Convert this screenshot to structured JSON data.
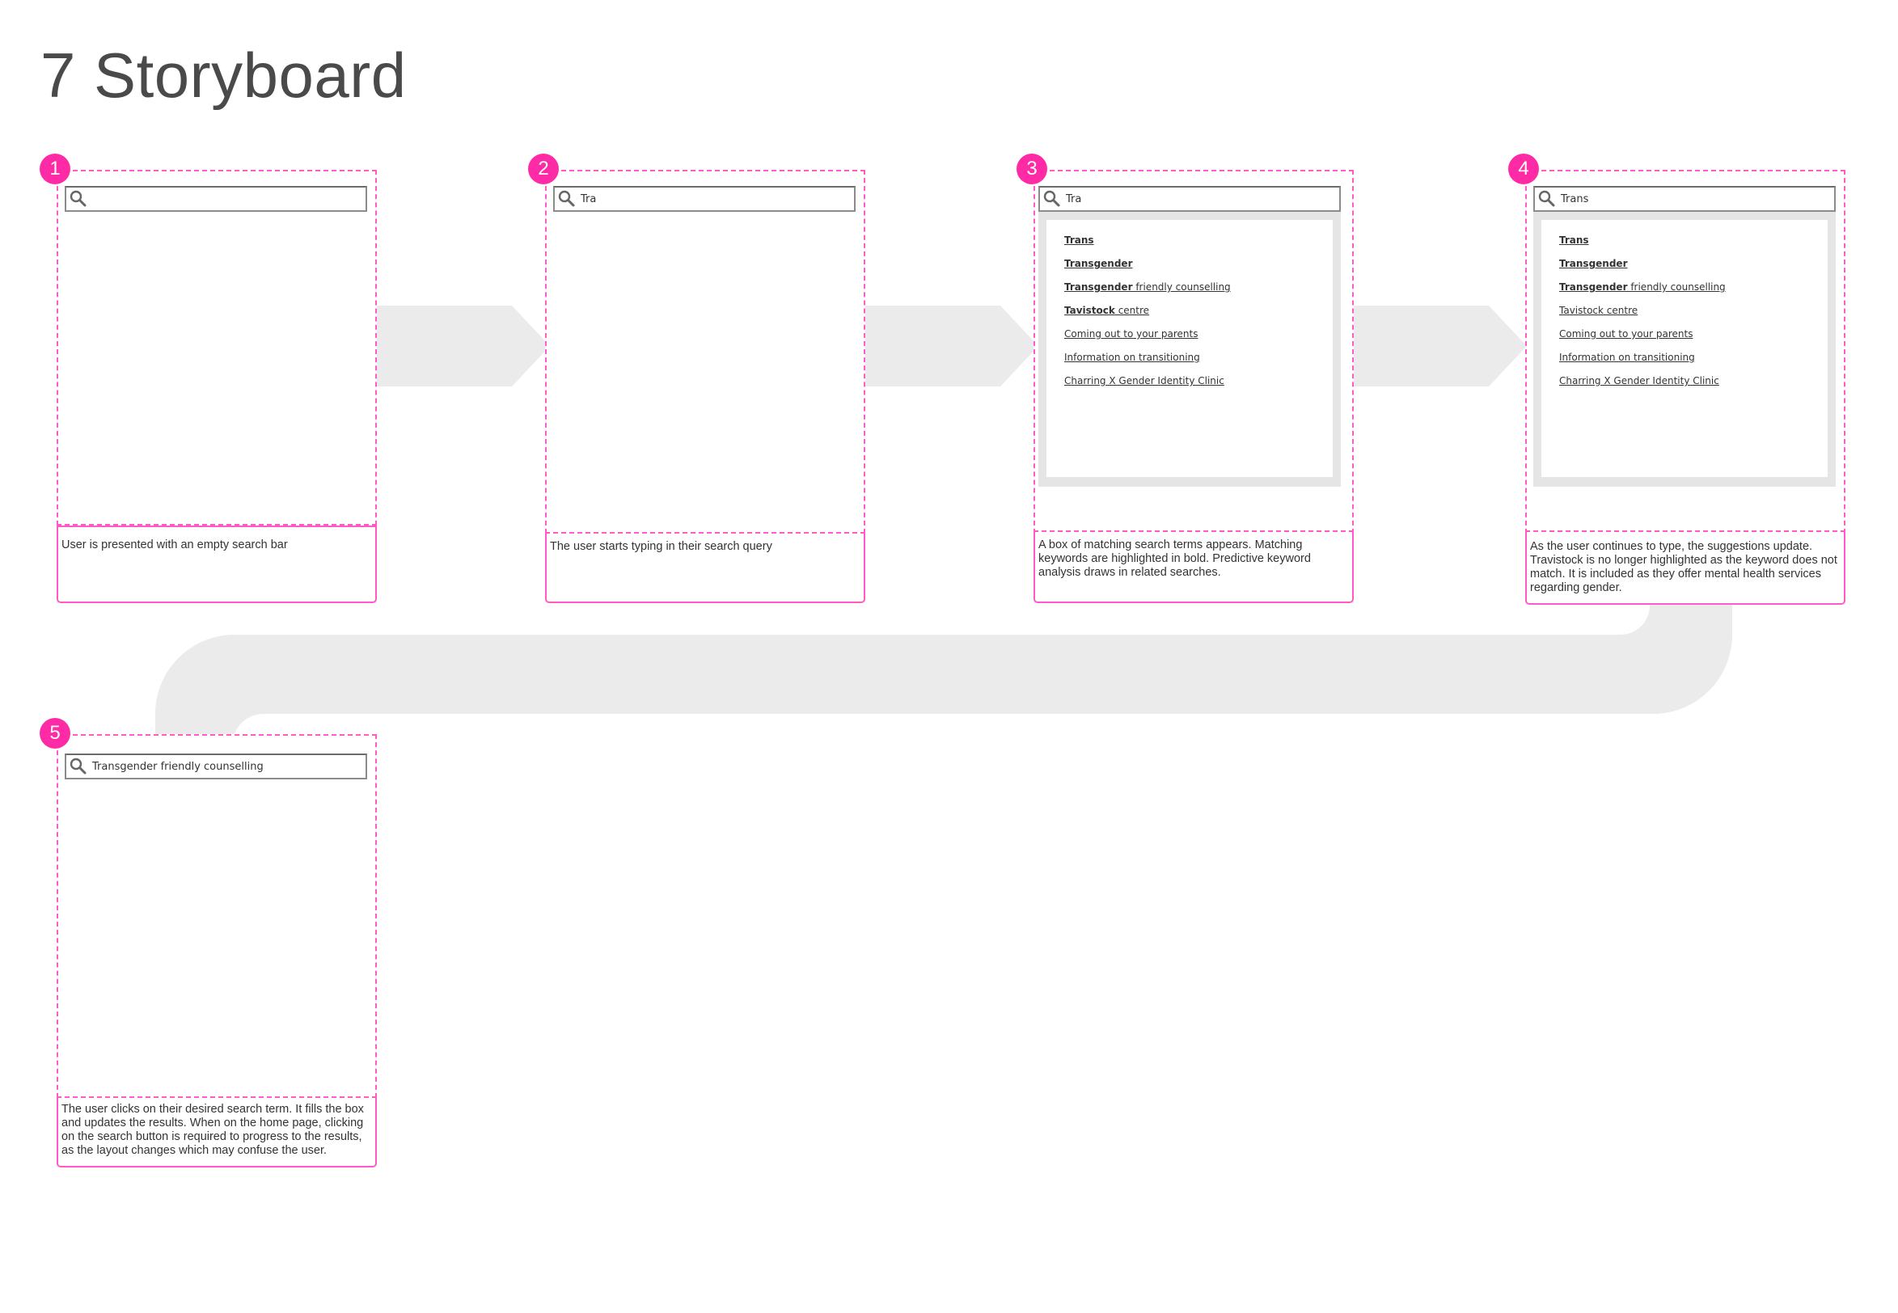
{
  "title": "7 Storyboard",
  "colors": {
    "accent": "#ff2aa5",
    "frame_border": "#ff5ac8",
    "connector": "#ebebeb"
  },
  "panels": [
    {
      "number": "1",
      "query": "",
      "caption": "User is presented with an empty search bar",
      "suggestions": []
    },
    {
      "number": "2",
      "query": "Tra",
      "caption": "The user starts typing in their search query",
      "suggestions": []
    },
    {
      "number": "3",
      "query": "Tra",
      "caption": "A box of matching search terms appears. Matching keywords are highlighted in bold. Predictive keyword analysis draws in related searches.",
      "suggestions": [
        {
          "bold": "Trans",
          "rest": ""
        },
        {
          "bold": "Transgender",
          "rest": ""
        },
        {
          "bold": "Transgender",
          "rest": " friendly counselling"
        },
        {
          "bold": "Tavistock",
          "rest": " centre"
        },
        {
          "bold": "",
          "rest": "Coming out to your parents"
        },
        {
          "bold": "",
          "rest": "Information on transitioning"
        },
        {
          "bold": "",
          "rest": "Charring X Gender Identity Clinic"
        }
      ]
    },
    {
      "number": "4",
      "query": "Trans",
      "caption": "As the user continues to type, the suggestions update. Travistock is no longer highlighted as the keyword does not match. It is included as they offer mental health services regarding gender.",
      "suggestions": [
        {
          "bold": "Trans",
          "rest": ""
        },
        {
          "bold": "Transgender",
          "rest": ""
        },
        {
          "bold": "Transgender",
          "rest": " friendly counselling"
        },
        {
          "bold": "",
          "rest": "Tavistock centre"
        },
        {
          "bold": "",
          "rest": "Coming out to your parents"
        },
        {
          "bold": "",
          "rest": "Information on transitioning"
        },
        {
          "bold": "",
          "rest": "Charring X Gender Identity Clinic"
        }
      ]
    },
    {
      "number": "5",
      "query": "Transgender friendly counselling",
      "caption": "The user clicks on their desired search term. It fills the box and updates the results. When on the home page, clicking on the search button is required to progress to the results, as the layout changes which may confuse the user.",
      "suggestions": []
    }
  ]
}
